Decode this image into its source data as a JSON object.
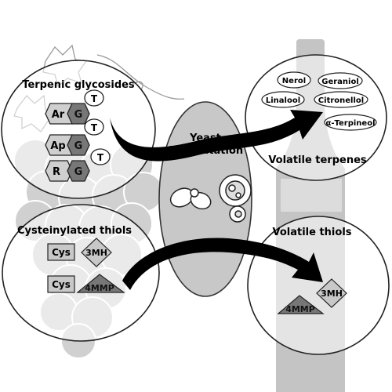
{
  "panels": {
    "glycosides": {
      "title": "Terpenic glycosides",
      "rows": [
        {
          "aglycone": "Ar",
          "sugar": "G",
          "tag": "T"
        },
        {
          "aglycone": "Ap",
          "sugar": "G",
          "tag": "T"
        },
        {
          "aglycone": "R",
          "sugar": "G",
          "tag": "T"
        }
      ]
    },
    "fermentation": {
      "title_line1": "Yeast",
      "title_line2": "fermentation"
    },
    "terpenes": {
      "title": "Volatile terpenes",
      "items": [
        "Nerol",
        "Geraniol",
        "Linalool",
        "Citronellol",
        "α-Terpineol"
      ]
    },
    "cysteinylated": {
      "title": "Cysteinylated thiols",
      "rows": [
        {
          "precursor": "Cys",
          "thiol": "3MH"
        },
        {
          "precursor": "Cys",
          "thiol": "4MMP"
        }
      ]
    },
    "thiols": {
      "title": "Volatile thiols",
      "items": [
        "3MH",
        "4MMP"
      ]
    }
  },
  "colors": {
    "grape": "#d0d0d0",
    "bottle": "#c4c4c4",
    "center_ellipse": "#c8c8c8",
    "sugar_box": "#777777",
    "cys_box": "#c8c8c8",
    "arrow": "#000000"
  }
}
